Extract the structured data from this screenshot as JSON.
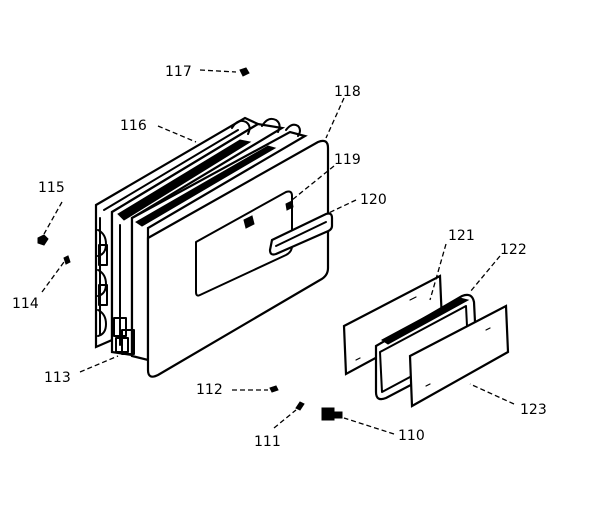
{
  "colors": {
    "ink": "#000000",
    "paper": "#ffffff"
  },
  "callouts": [
    {
      "id": "117",
      "label": "117"
    },
    {
      "id": "116",
      "label": "116"
    },
    {
      "id": "118",
      "label": "118"
    },
    {
      "id": "119",
      "label": "119"
    },
    {
      "id": "120",
      "label": "120"
    },
    {
      "id": "115",
      "label": "115"
    },
    {
      "id": "114",
      "label": "114"
    },
    {
      "id": "113",
      "label": "113"
    },
    {
      "id": "121",
      "label": "121"
    },
    {
      "id": "122",
      "label": "122"
    },
    {
      "id": "112",
      "label": "112"
    },
    {
      "id": "123",
      "label": "123"
    },
    {
      "id": "111",
      "label": "111"
    },
    {
      "id": "110",
      "label": "110"
    }
  ]
}
